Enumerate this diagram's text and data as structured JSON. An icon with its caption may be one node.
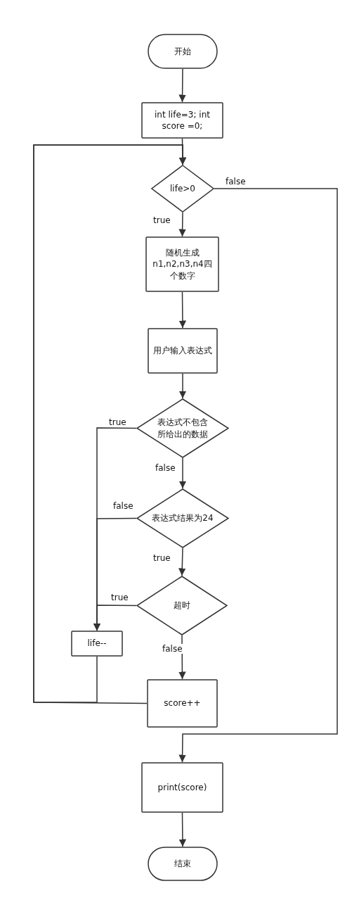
{
  "diagram": {
    "nodes": [
      {
        "text": [
          "开始"
        ]
      },
      {
        "text": [
          "int life=3; int score =0;"
        ]
      },
      {
        "text": [
          "life>0"
        ]
      },
      {
        "text": [
          "随机生成n1,n2,n3,n4四个数字"
        ]
      },
      {
        "text": [
          "用户输入表达式"
        ]
      },
      {
        "text": [
          "表达式不包含所给出的数据"
        ]
      },
      {
        "text": [
          "表达式结果为24"
        ]
      },
      {
        "text": [
          "超时"
        ]
      },
      {
        "text": [
          "life--"
        ]
      },
      {
        "text": [
          "score++"
        ]
      },
      {
        "text": [
          "print(score)"
        ]
      },
      {
        "text": [
          "结束"
        ]
      }
    ],
    "edges": [
      {
        "from": 0,
        "to": 1,
        "arrow": "to"
      },
      {
        "from": 1,
        "to": 2,
        "arrow": "to"
      },
      {
        "from": 2,
        "to": 3,
        "arrow": "to",
        "label": "true"
      },
      {
        "from": 2,
        "to": 10,
        "arrow": "to",
        "label": "false"
      },
      {
        "from": 3,
        "to": 4,
        "arrow": "to"
      },
      {
        "from": 4,
        "to": 5,
        "arrow": "to"
      },
      {
        "from": 5,
        "to": 8,
        "arrow": "to",
        "label": "true"
      },
      {
        "from": 5,
        "to": 6,
        "arrow": "to",
        "label": "false"
      },
      {
        "from": 6,
        "to": 8,
        "arrow": "to",
        "label": "false"
      },
      {
        "from": 6,
        "to": 7,
        "arrow": "to",
        "label": "true"
      },
      {
        "from": 7,
        "to": 8,
        "arrow": "to",
        "label": "true"
      },
      {
        "from": 7,
        "to": 9,
        "arrow": "to",
        "label": "false"
      },
      {
        "from": 8,
        "to": 2,
        "arrow": "to"
      },
      {
        "from": 9,
        "to": 2,
        "arrow": "to"
      },
      {
        "from": 10,
        "to": 11,
        "arrow": "to"
      }
    ]
  }
}
